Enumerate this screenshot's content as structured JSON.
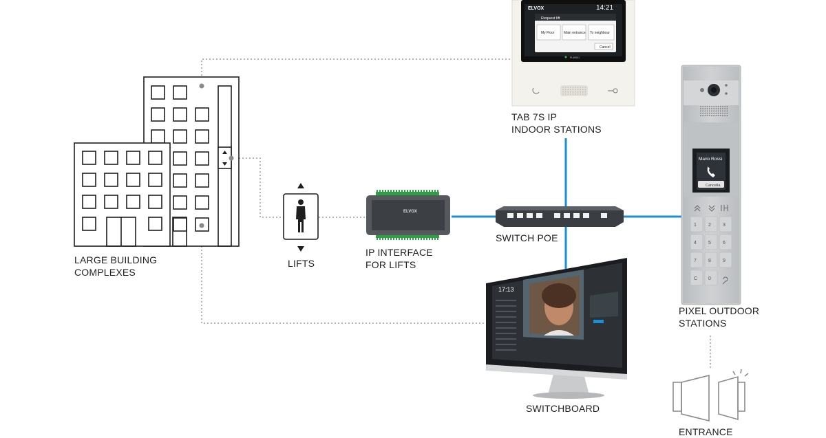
{
  "labels": {
    "building": [
      "LARGE BUILDING",
      "COMPLEXES"
    ],
    "lifts": "LIFTS",
    "ip_interface": [
      "IP INTERFACE",
      "FOR LIFTS"
    ],
    "switch": "SWITCH POE",
    "tab": [
      "TAB 7S IP",
      "INDOOR STATIONS"
    ],
    "switchboard": "SWITCHBOARD",
    "pixel": [
      "PIXEL OUTDOOR",
      "STATIONS"
    ],
    "entrance": "ENTRANCE"
  },
  "tab_screen": {
    "brand": "ELVOX",
    "time": "14:21",
    "dialog_title": "Request lift",
    "buttons": [
      "My Floor",
      "Main entrance",
      "To neighbour"
    ],
    "cancel": "Cancel",
    "status": "PL40001"
  },
  "outdoor_screen": {
    "name": "Mario Rossi",
    "cancel": "Cancella",
    "keys": [
      "1",
      "2",
      "3",
      "4",
      "5",
      "6",
      "7",
      "8",
      "9",
      "C",
      "0"
    ]
  },
  "interface_brand": "ELVOX",
  "monitor_time": "17:13",
  "colors": {
    "network": "#1a8fd6",
    "outline": "#1e1e1e",
    "dotted": "#8a8a8a",
    "panel": "#c2c5c8"
  }
}
